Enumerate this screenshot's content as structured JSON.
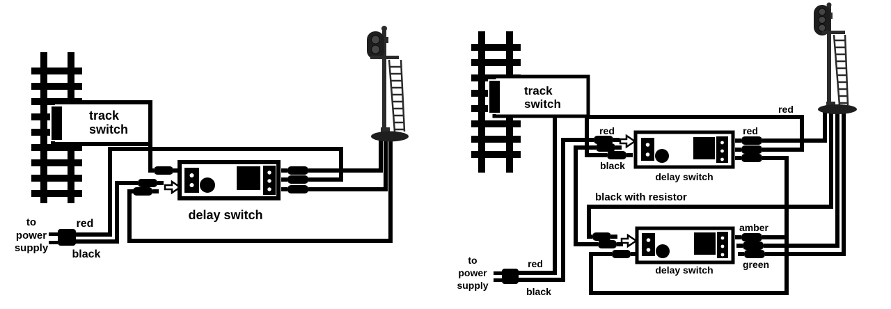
{
  "left": {
    "track_switch": {
      "line1": "track",
      "line2": "switch"
    },
    "delay_switch_label": "delay switch",
    "power": {
      "line1": "to",
      "line2": "power",
      "line3": "supply"
    },
    "red_label": "red",
    "black_label": "black"
  },
  "right": {
    "track_switch": {
      "line1": "track",
      "line2": "switch"
    },
    "delay_switch_1_label": "delay switch",
    "delay_switch_2_label": "delay switch",
    "input_red_label": "red",
    "input_black_label": "black",
    "signal_red_label": "red",
    "loop_red_label": "red",
    "resistor_label": "black with resistor",
    "amber_label": "amber",
    "green_label": "green",
    "power": {
      "line1": "to",
      "line2": "power",
      "line3": "supply"
    },
    "power_red_label": "red",
    "power_black_label": "black"
  },
  "colors": {
    "wire": "#000000",
    "background": "#ffffff",
    "signal_dark": "#2b2b2b"
  }
}
